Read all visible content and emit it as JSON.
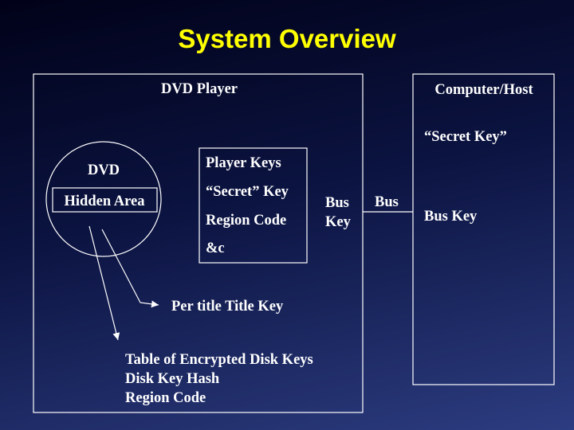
{
  "title": "System Overview",
  "dvd_player": {
    "label": "DVD Player",
    "dvd_label": "DVD",
    "hidden_area_label": "Hidden Area",
    "player_keys": {
      "title": "Player Keys",
      "items": [
        "“Secret” Key",
        "Region Code",
        "&c"
      ]
    },
    "bus_key_line1": "Bus",
    "bus_key_line2": "Key",
    "per_title_label": "Per title Title Key",
    "table_lines": [
      "Table of Encrypted Disk Keys",
      "Disk Key Hash",
      "Region Code"
    ]
  },
  "bus_label": "Bus",
  "computer_host": {
    "label": "Computer/Host",
    "secret_key": "“Secret Key”",
    "bus_key": "Bus Key"
  },
  "colors": {
    "title_color": "#ffff00",
    "text_color": "#ffffff",
    "line_color": "#ffffff",
    "background_top": "#010219",
    "background_bottom": "#2c3c80"
  }
}
